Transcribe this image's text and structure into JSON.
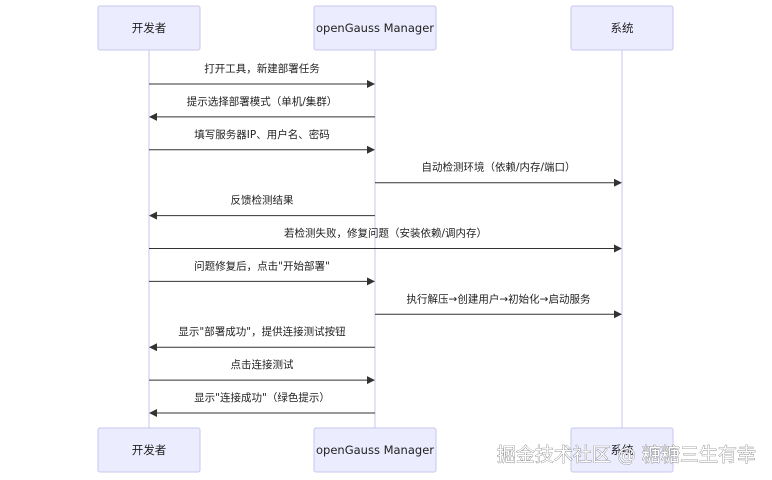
{
  "participants": [
    {
      "id": "dev",
      "label": "开发者"
    },
    {
      "id": "mgr",
      "label": "openGauss Manager"
    },
    {
      "id": "sys",
      "label": "系统"
    }
  ],
  "messages": [
    {
      "from": "dev",
      "to": "mgr",
      "text": "打开工具，新建部署任务"
    },
    {
      "from": "mgr",
      "to": "dev",
      "text": "提示选择部署模式（单机/集群）"
    },
    {
      "from": "dev",
      "to": "mgr",
      "text": "填写服务器IP、用户名、密码"
    },
    {
      "from": "mgr",
      "to": "sys",
      "text": "自动检测环境（依赖/内存/端口）"
    },
    {
      "from": "mgr",
      "to": "dev",
      "text": "反馈检测结果"
    },
    {
      "from": "dev",
      "to": "sys",
      "text": "若检测失败，修复问题（安装依赖/调内存）"
    },
    {
      "from": "dev",
      "to": "mgr",
      "text": "问题修复后，点击\"开始部署\""
    },
    {
      "from": "mgr",
      "to": "sys",
      "text": "执行解压→创建用户→初始化→启动服务"
    },
    {
      "from": "mgr",
      "to": "dev",
      "text": "显示\"部署成功\"，提供连接测试按钮"
    },
    {
      "from": "dev",
      "to": "mgr",
      "text": "点击连接测试"
    },
    {
      "from": "mgr",
      "to": "dev",
      "text": "显示\"连接成功\"（绿色提示）"
    }
  ],
  "watermark": "掘金技术社区 @ 糖糖三生有幸",
  "colors": {
    "actor_fill": "#ececff",
    "actor_border": "#c7c7ef",
    "line": "#333333",
    "text": "#222222"
  }
}
